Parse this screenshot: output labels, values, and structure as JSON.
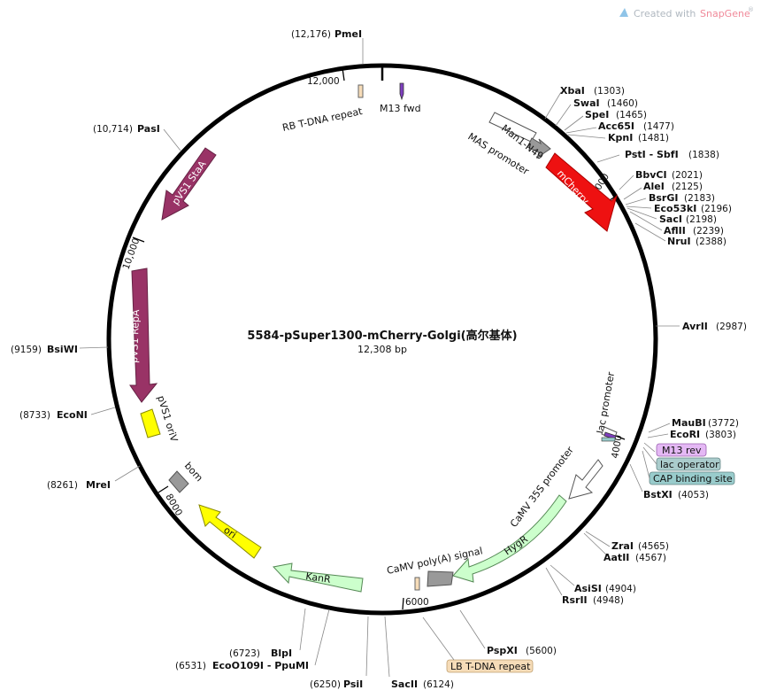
{
  "watermark": {
    "prefix": "Created with ",
    "brand": "SnapGene",
    "mark": "®"
  },
  "plasmid": {
    "name": "5584-pSuper1300-mCherry-Golgi(高尔基体)",
    "size_label": "12,308 bp"
  },
  "colors": {
    "mCherry": "#ee1111",
    "pVS1": "#993366",
    "ori": "#ffff00",
    "resistance": "#ccffcc",
    "promoter": "#ffffff",
    "terminator": "#999999",
    "primer": "#7f3fbf",
    "lac_operator": "#aacccc",
    "CAP": "#99cccc",
    "M13rev_box": "#e4b8f4",
    "LB_box": "#f6dcb8"
  },
  "ticks": [
    "12,000",
    "2000",
    "4000",
    "6000",
    "8000",
    "10,000"
  ],
  "sites": [
    {
      "name": "PmeI",
      "pos": "(12,176)"
    },
    {
      "name": "XbaI",
      "pos": "(1303)"
    },
    {
      "name": "SwaI",
      "pos": "(1460)"
    },
    {
      "name": "SpeI",
      "pos": "(1465)"
    },
    {
      "name": "Acc65I",
      "pos": "(1477)"
    },
    {
      "name": "KpnI",
      "pos": "(1481)"
    },
    {
      "name": "PstI - SbfI",
      "pos": "(1838)"
    },
    {
      "name": "BbvCI",
      "pos": "(2021)"
    },
    {
      "name": "AleI",
      "pos": "(2125)"
    },
    {
      "name": "BsrGI",
      "pos": "(2183)"
    },
    {
      "name": "Eco53kI",
      "pos": "(2196)"
    },
    {
      "name": "SacI",
      "pos": "(2198)"
    },
    {
      "name": "AflII",
      "pos": "(2239)"
    },
    {
      "name": "NruI",
      "pos": "(2388)"
    },
    {
      "name": "AvrII",
      "pos": "(2987)"
    },
    {
      "name": "MauBI",
      "pos": "(3772)"
    },
    {
      "name": "EcoRI",
      "pos": "(3803)"
    },
    {
      "name": "BstXI",
      "pos": "(4053)"
    },
    {
      "name": "ZraI",
      "pos": "(4565)"
    },
    {
      "name": "AatII",
      "pos": "(4567)"
    },
    {
      "name": "AsiSI",
      "pos": "(4904)"
    },
    {
      "name": "RsrII",
      "pos": "(4948)"
    },
    {
      "name": "PspXI",
      "pos": "(5600)"
    },
    {
      "name": "SacII",
      "pos": "(6124)"
    },
    {
      "name": "PsiI",
      "pos": "(6250)"
    },
    {
      "name": "BlpI",
      "pos": "(6723)"
    },
    {
      "name": "EcoO109I - PpuMI",
      "pos": "(6531)"
    },
    {
      "name": "MreI",
      "pos": "(8261)"
    },
    {
      "name": "EcoNI",
      "pos": "(8733)"
    },
    {
      "name": "BsiWI",
      "pos": "(9159)"
    },
    {
      "name": "PasI",
      "pos": "(10,714)"
    }
  ],
  "features": {
    "rb": "RB T-DNA repeat",
    "m13fwd": "M13 fwd",
    "man1": "Man1-N49",
    "mas": "MAS promoter",
    "mcherry": "mCherry",
    "lac_promoter": "lac promoter",
    "m13rev": "M13 rev",
    "lac_operator": "lac operator",
    "cap": "CAP binding site",
    "camv35s": "CaMV 35S promoter",
    "hygr": "HygR",
    "polya": "CaMV poly(A) signal",
    "lb": "LB T-DNA repeat",
    "kanr": "KanR",
    "ori": "ori",
    "bom": "bom",
    "pvs1_oriv": "pVS1 oriV",
    "pvs1_repa": "pVS1 RepA",
    "pvs1_staa": "pVS1 StaA"
  }
}
